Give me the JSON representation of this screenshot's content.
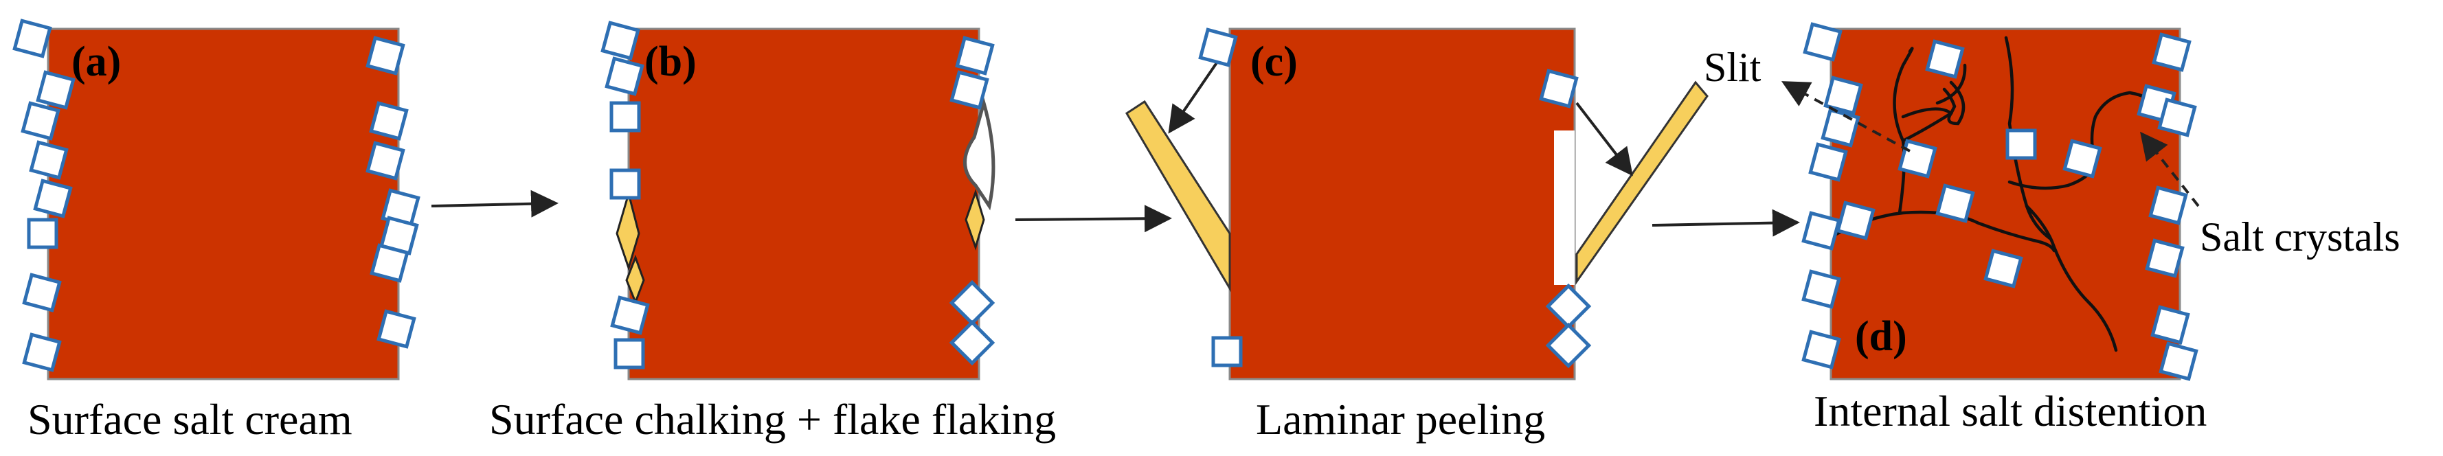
{
  "panels": [
    {
      "label": "(a)",
      "caption": "Surface salt cream"
    },
    {
      "label": "(b)",
      "caption": "Surface chalking + flake flaking"
    },
    {
      "label": "(c)",
      "caption": "Laminar peeling"
    },
    {
      "label": "(d)",
      "caption": "Internal salt distention"
    }
  ],
  "annotations": {
    "slit": "Slit",
    "salt_crystals": "Salt crystals"
  },
  "colors": {
    "block": "#cc3300",
    "crystal_stroke": "#2e6fb3",
    "flake": "#f7cf5c",
    "arrow": "#222222"
  }
}
